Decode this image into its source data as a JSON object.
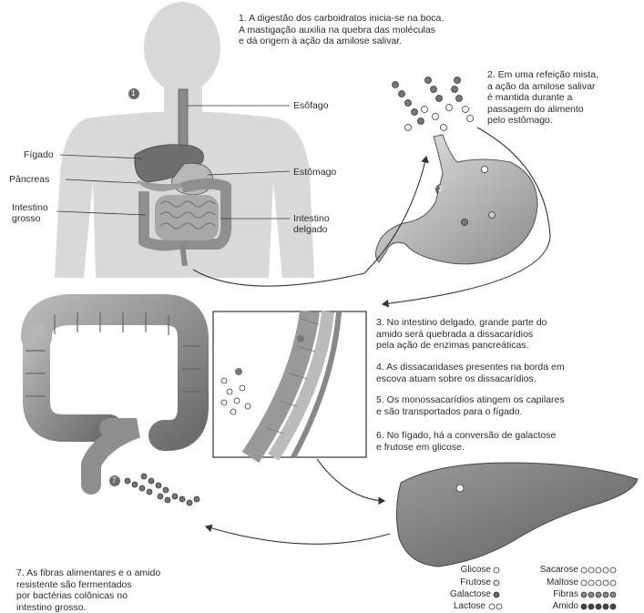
{
  "steps": {
    "s1": "1. A digestão dos carboidratos inicia-se na boca.\nA mastigação auxilia na quebra das moléculas\ne dá origem à ação da amilose salivar.",
    "s2": "2. Em uma refeição mista,\na ação da amilose salivar\né mantida durante a\npassagem do alimento\npelo estômago.",
    "s3": "3. No intestino delgado, grande parte do\namido será quebrada a dissacarídios\npela ação de enzimas pancreáticas.",
    "s4": "4. As dissacaridases presentes na borda em\nescova atuam sobre os dissacarídios.",
    "s5": "5. Os monossacarídios atingem os capilares\ne são transportados para o fígado.",
    "s6": "6. No fígado, há a conversão de galactose\ne frutose em glicose.",
    "s7": "7. As fibras alimentares e o amido\nresistente são fermentados\npor bactérias colônicas no\nintestino grosso."
  },
  "labels": {
    "esofago": "Esôfago",
    "figado": "Fígado",
    "pancreas": "Pâncreas",
    "estomago": "Estômago",
    "intestino_grosso": "Intestino\ngrosso",
    "intestino_delgado": "Intestino\ndelgado"
  },
  "legend": {
    "glicose": "Glicose",
    "frutose": "Frutose",
    "galactose": "Galactose",
    "lactose": "Lactose",
    "sacarose": "Sacarose",
    "maltose": "Maltose",
    "fibras": "Fibras",
    "amido": "Amido"
  },
  "markers": {
    "m1": "1",
    "m2": "2",
    "m7": "7"
  },
  "colors": {
    "body": "#d9d9d9",
    "organ": "#a9a9a9",
    "organ_dark": "#7a7a7a",
    "line": "#444444"
  }
}
